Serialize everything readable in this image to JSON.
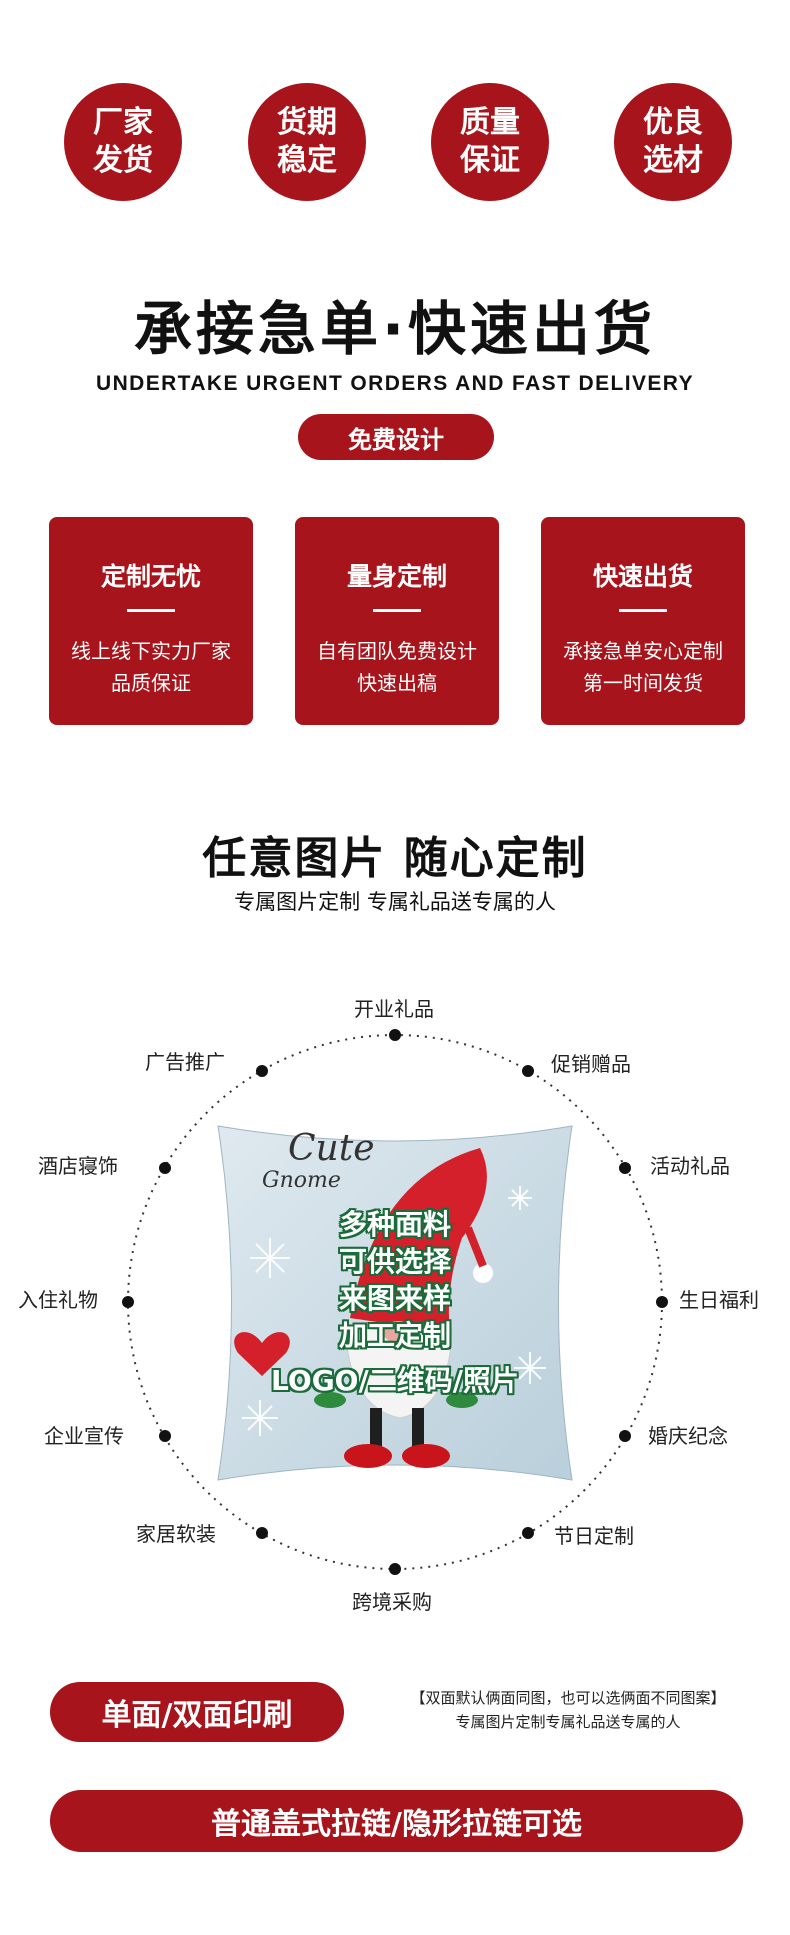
{
  "badges": [
    {
      "line1": "厂家",
      "line2": "发货"
    },
    {
      "line1": "货期",
      "line2": "稳定"
    },
    {
      "line1": "质量",
      "line2": "保证"
    },
    {
      "line1": "优良",
      "line2": "选材"
    }
  ],
  "hero": {
    "title": "承接急单·快速出货",
    "subtitle": "UNDERTAKE URGENT ORDERS AND FAST DELIVERY",
    "pill": "免费设计"
  },
  "cards": [
    {
      "title": "定制无忧",
      "desc": "线上线下实力厂家品质保证"
    },
    {
      "title": "量身定制",
      "desc": "自有团队免费设计 快速出稿"
    },
    {
      "title": "快速出货",
      "desc": "承接急单安心定制第一时间发货"
    }
  ],
  "section": {
    "title": "任意图片 随心定制",
    "subtitle": "专属图片定制 专属礼品送专属的人"
  },
  "uses": [
    "开业礼品",
    "促销赠品",
    "活动礼品",
    "生日福利",
    "婚庆纪念",
    "节日定制",
    "跨境采购",
    "家居软装",
    "企业宣传",
    "入住礼物",
    "酒店寝饰",
    "广告推广"
  ],
  "pillow": {
    "script_text_1": "Cute",
    "script_text_2": "Gnome",
    "overlay_lines": [
      "多种面料",
      "可供选择",
      "来图来样",
      "加工定制",
      "LOGO/二维码/照片"
    ]
  },
  "print": {
    "pill": "单面/双面印刷",
    "note_1": "【双面默认俩面同图，也可以选俩面不同图案】",
    "note_2": "专属图片定制专属礼品送专属的人"
  },
  "zipper": {
    "pill": "普通盖式拉链/隐形拉链可选"
  },
  "colors": {
    "accent": "#a8141b",
    "text_outline": "#1a6b3a"
  }
}
